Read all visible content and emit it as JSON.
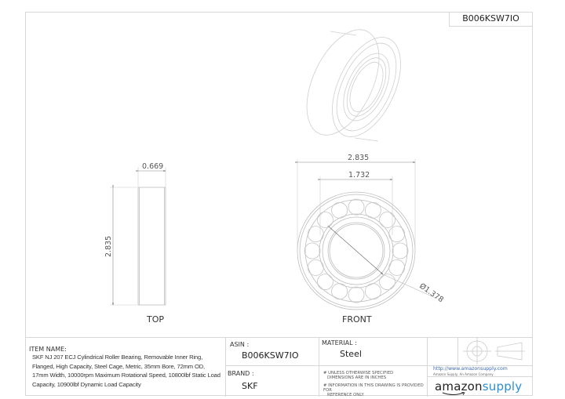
{
  "header": {
    "asin_tag": "B006KSW7IO"
  },
  "views": {
    "top": {
      "label": "TOP",
      "dim_width": "0.669",
      "dim_height": "2.835"
    },
    "front": {
      "label": "FRONT",
      "dim_outer": "2.835",
      "dim_inner": "1.732",
      "dim_bore": "Ø1.378"
    },
    "isometric": {
      "label": ""
    }
  },
  "title_block": {
    "item_name_label": "ITEM NAME:",
    "item_name_value": "SKF NJ 207 ECJ Cylindrical Roller Bearing, Removable Inner Ring, Flanged, High Capacity, Steel Cage, Metric, 35mm Bore, 72mm OD, 17mm Width, 10000rpm Maximum Rotational Speed, 10800lbf Static Load Capacity, 10900lbf Dynamic Load Capacity",
    "asin_label": "ASIN :",
    "asin_value": "B006KSW7IO",
    "brand_label": "BRAND :",
    "brand_value": "SKF",
    "material_label": "MATERIAL :",
    "material_value": "Steel",
    "note_1": "# UNLESS OTHERWISE SPECIFIED\n   DIMENSIONS ARE IN INCHES",
    "note_1_line1": "# UNLESS OTHERWISE SPECIFIED",
    "note_1_line2": "DIMENSIONS ARE IN INCHES",
    "note_2_line1": "# INFORMATION IN THIS DRAWING IS PROVIDED FOR",
    "note_2_line2": "REFERENCE ONLY",
    "url": "http://www.amazonsupply.com",
    "company_tagline": "Amazon Supply, An Amazon Company",
    "logo_part1": "amazon",
    "logo_part2": "supply",
    "projection_symbol": "third-angle-projection-icon"
  },
  "colors": {
    "line": "#d8d8d8",
    "drawing_line": "#bdbdbd",
    "url_blue": "#3b68b1",
    "logo_blue": "#2b8fd6"
  }
}
